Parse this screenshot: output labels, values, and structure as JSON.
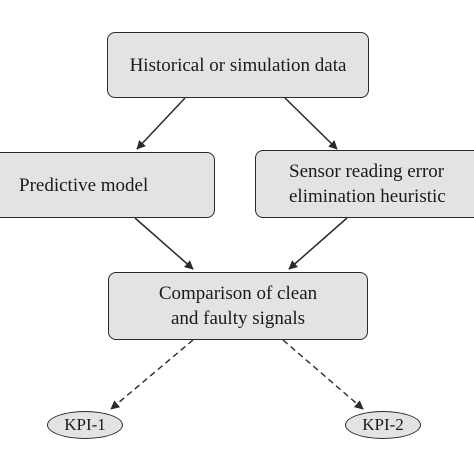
{
  "nodes": {
    "historical": {
      "lines": [
        "Historical or simulation data"
      ]
    },
    "predictive": {
      "lines": [
        "Predictive model"
      ]
    },
    "sensor": {
      "lines": [
        "Sensor reading error",
        "elimination heuristic"
      ]
    },
    "comparison": {
      "lines": [
        "Comparison of clean",
        "and faulty signals"
      ]
    },
    "kpi1": {
      "label": "KPI-1"
    },
    "kpi2": {
      "label": "KPI-2"
    }
  },
  "edges": [
    {
      "from": "historical",
      "to": "predictive",
      "style": "solid"
    },
    {
      "from": "historical",
      "to": "sensor",
      "style": "solid"
    },
    {
      "from": "predictive",
      "to": "comparison",
      "style": "solid"
    },
    {
      "from": "sensor",
      "to": "comparison",
      "style": "solid"
    },
    {
      "from": "comparison",
      "to": "kpi1",
      "style": "dashed"
    },
    {
      "from": "comparison",
      "to": "kpi2",
      "style": "dashed"
    }
  ],
  "colors": {
    "node_fill": "#e3e3e3",
    "stroke": "#2a2a2a"
  }
}
